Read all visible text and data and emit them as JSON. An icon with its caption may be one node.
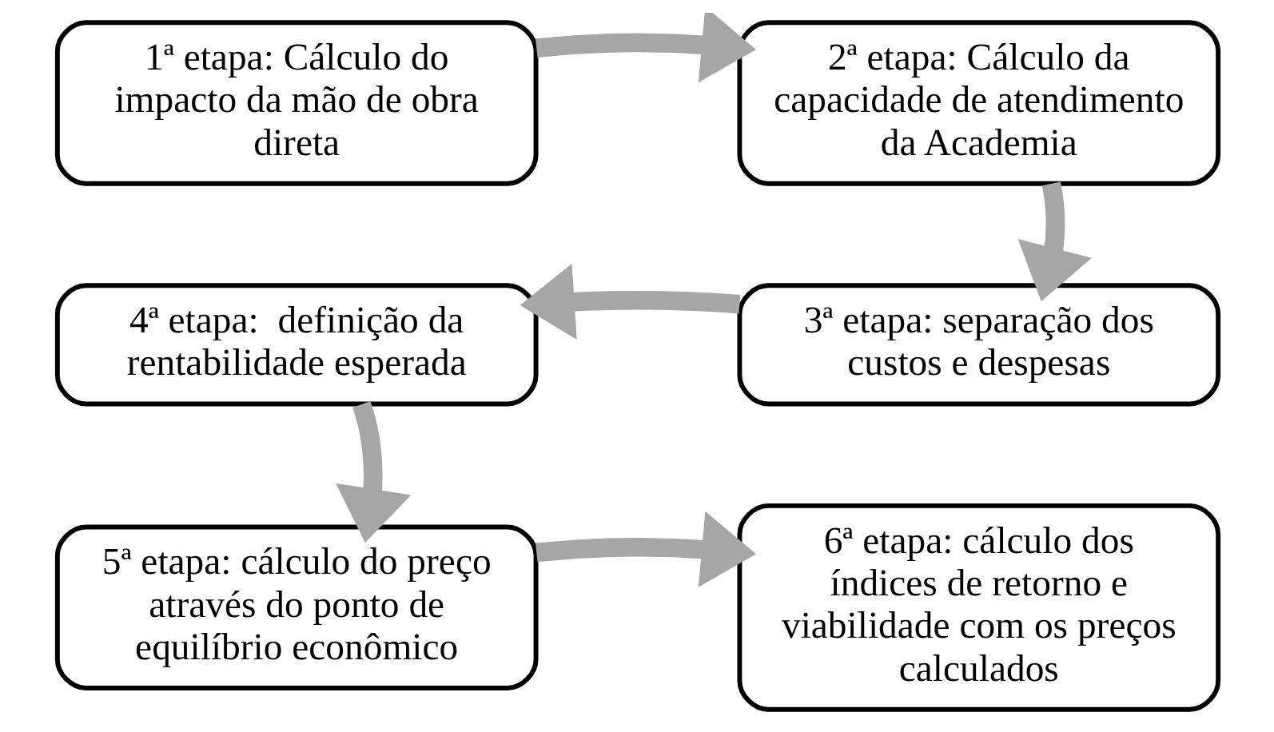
{
  "diagram": {
    "nodes": [
      {
        "text": [
          "1ª etapa: Cálculo do impacto da mão de obra direta"
        ]
      },
      {
        "text": [
          "2ª etapa: Cálculo da capacidade de atendimento da Academia"
        ]
      },
      {
        "text": [
          "3ª etapa: separação dos custos e despesas"
        ]
      },
      {
        "text": [
          "4ª etapa:  definição da rentabilidade esperada"
        ]
      },
      {
        "text": [
          "5ª etapa: cálculo do preço através do ponto de equilíbrio econômico"
        ]
      },
      {
        "text": [
          "6ª etapa: cálculo dos índices de retorno e viabilidade com os preços calculados"
        ]
      }
    ],
    "edges": [
      {
        "from": 0,
        "to": 1,
        "arrow": "to"
      },
      {
        "from": 1,
        "to": 2,
        "arrow": "to"
      },
      {
        "from": 2,
        "to": 3,
        "arrow": "to"
      },
      {
        "from": 3,
        "to": 4,
        "arrow": "to"
      },
      {
        "from": 4,
        "to": 5,
        "arrow": "to"
      }
    ]
  }
}
